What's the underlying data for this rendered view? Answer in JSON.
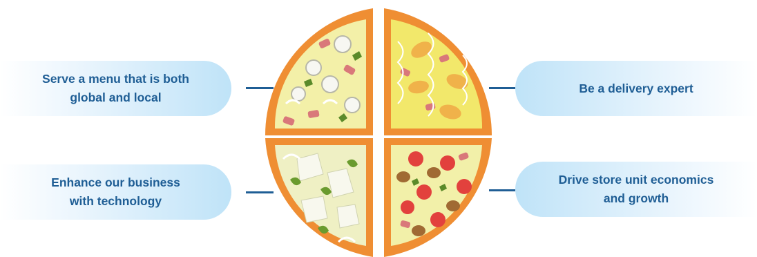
{
  "pillars": [
    {
      "label": "Serve a menu that is both\nglobal and local"
    },
    {
      "label": "Be a delivery expert"
    },
    {
      "label": "Enhance our business\nwith technology"
    },
    {
      "label": "Drive store unit economics\nand growth"
    }
  ],
  "colors": {
    "pill_text": "#1f5e95",
    "connector": "#1f5e95",
    "pill_fill": "#bfe3f8",
    "crust": "#f29a3f",
    "cheese": "#f2f1a8"
  },
  "icons": [
    "pizza-illustration"
  ]
}
